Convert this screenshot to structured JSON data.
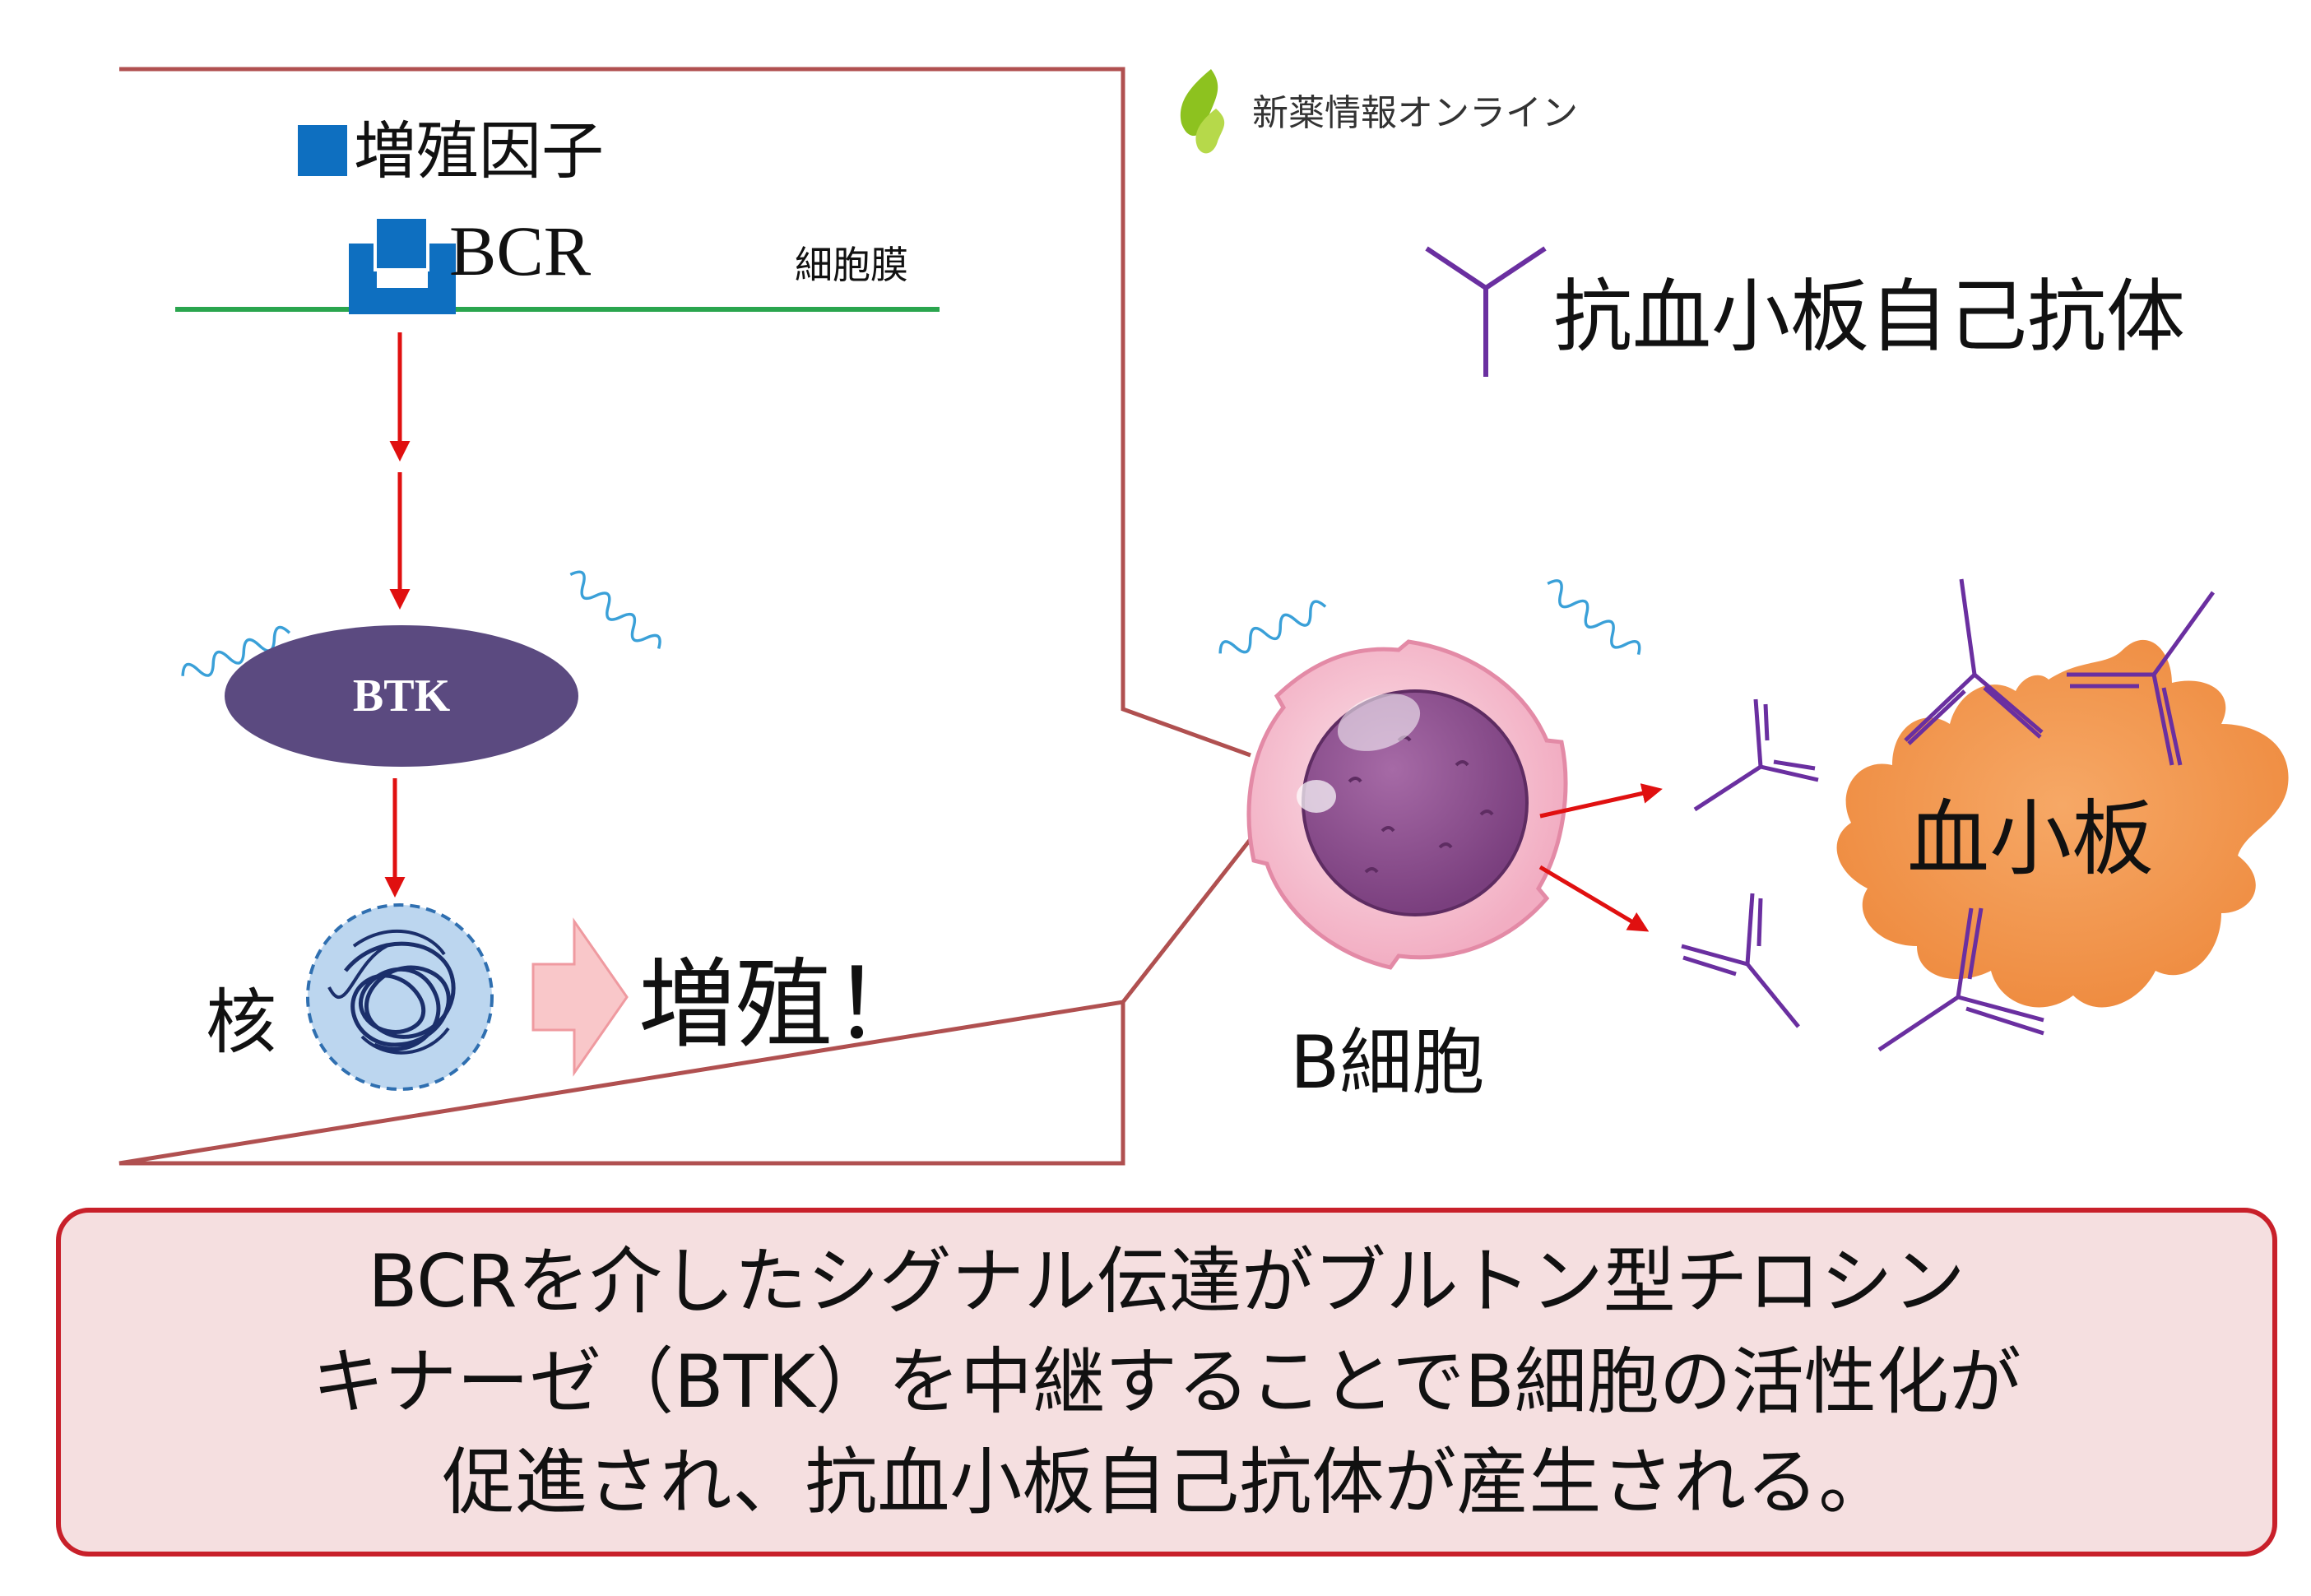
{
  "brand": {
    "name": "新薬情報オンライン",
    "logo_color": "#8dc21f"
  },
  "inset": {
    "growth_factor_label": "増殖因子",
    "bcr_label": "BCR",
    "membrane_label": "細胞膜",
    "btk_label": "BTK",
    "nucleus_label": "核",
    "proliferation_label": "増殖！"
  },
  "legend": {
    "antibody_label": "抗血小板自己抗体"
  },
  "cells": {
    "b_cell_label": "B細胞",
    "platelet_label": "血小板"
  },
  "summary": {
    "line1": "BCRを介したシグナル伝達がブルトン型チロシン",
    "line2": "キナーゼ（BTK）を中継することでB細胞の活性化が",
    "line3": "促進され、抗血小板自己抗体が産生される。"
  },
  "colors": {
    "inset_border": "#b05050",
    "membrane": "#2aa54e",
    "receptor": "#0e6fc0",
    "arrow": "#e01010",
    "btk": "#5b4a80",
    "antibody": "#6a2fa0",
    "platelet": "#f0964e",
    "b_cell_outer": "#f3b9cb",
    "b_cell_nucleus": "#8c4b8e",
    "summary_border": "#c8202a",
    "summary_fill": "#f5dfe0"
  }
}
